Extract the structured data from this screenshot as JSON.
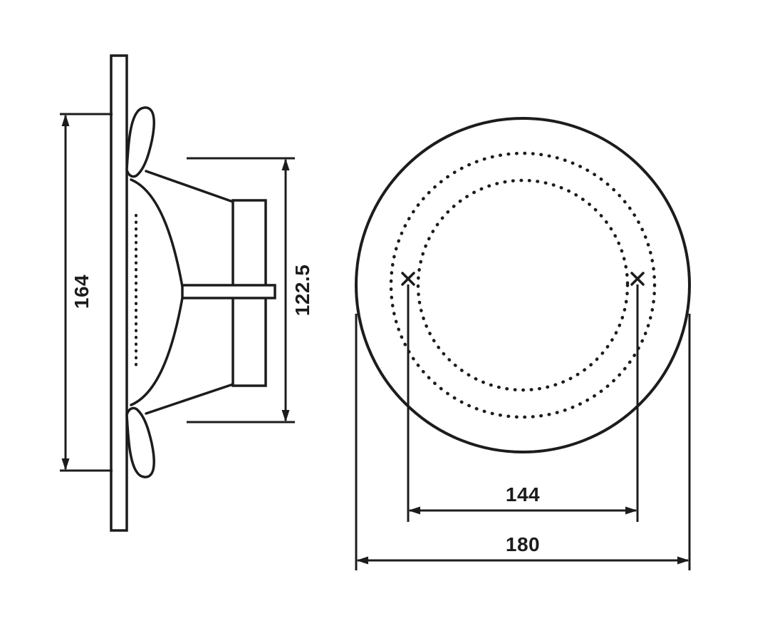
{
  "diagram": {
    "kind": "technical-drawing",
    "subject": "ceiling speaker — side section view and front view",
    "line_color": "#1c1c1c",
    "background_color": "#ffffff"
  },
  "dims": {
    "side_height": "164",
    "side_inner": "122.5",
    "mount_distance": "144",
    "outer_diameter": "180"
  }
}
